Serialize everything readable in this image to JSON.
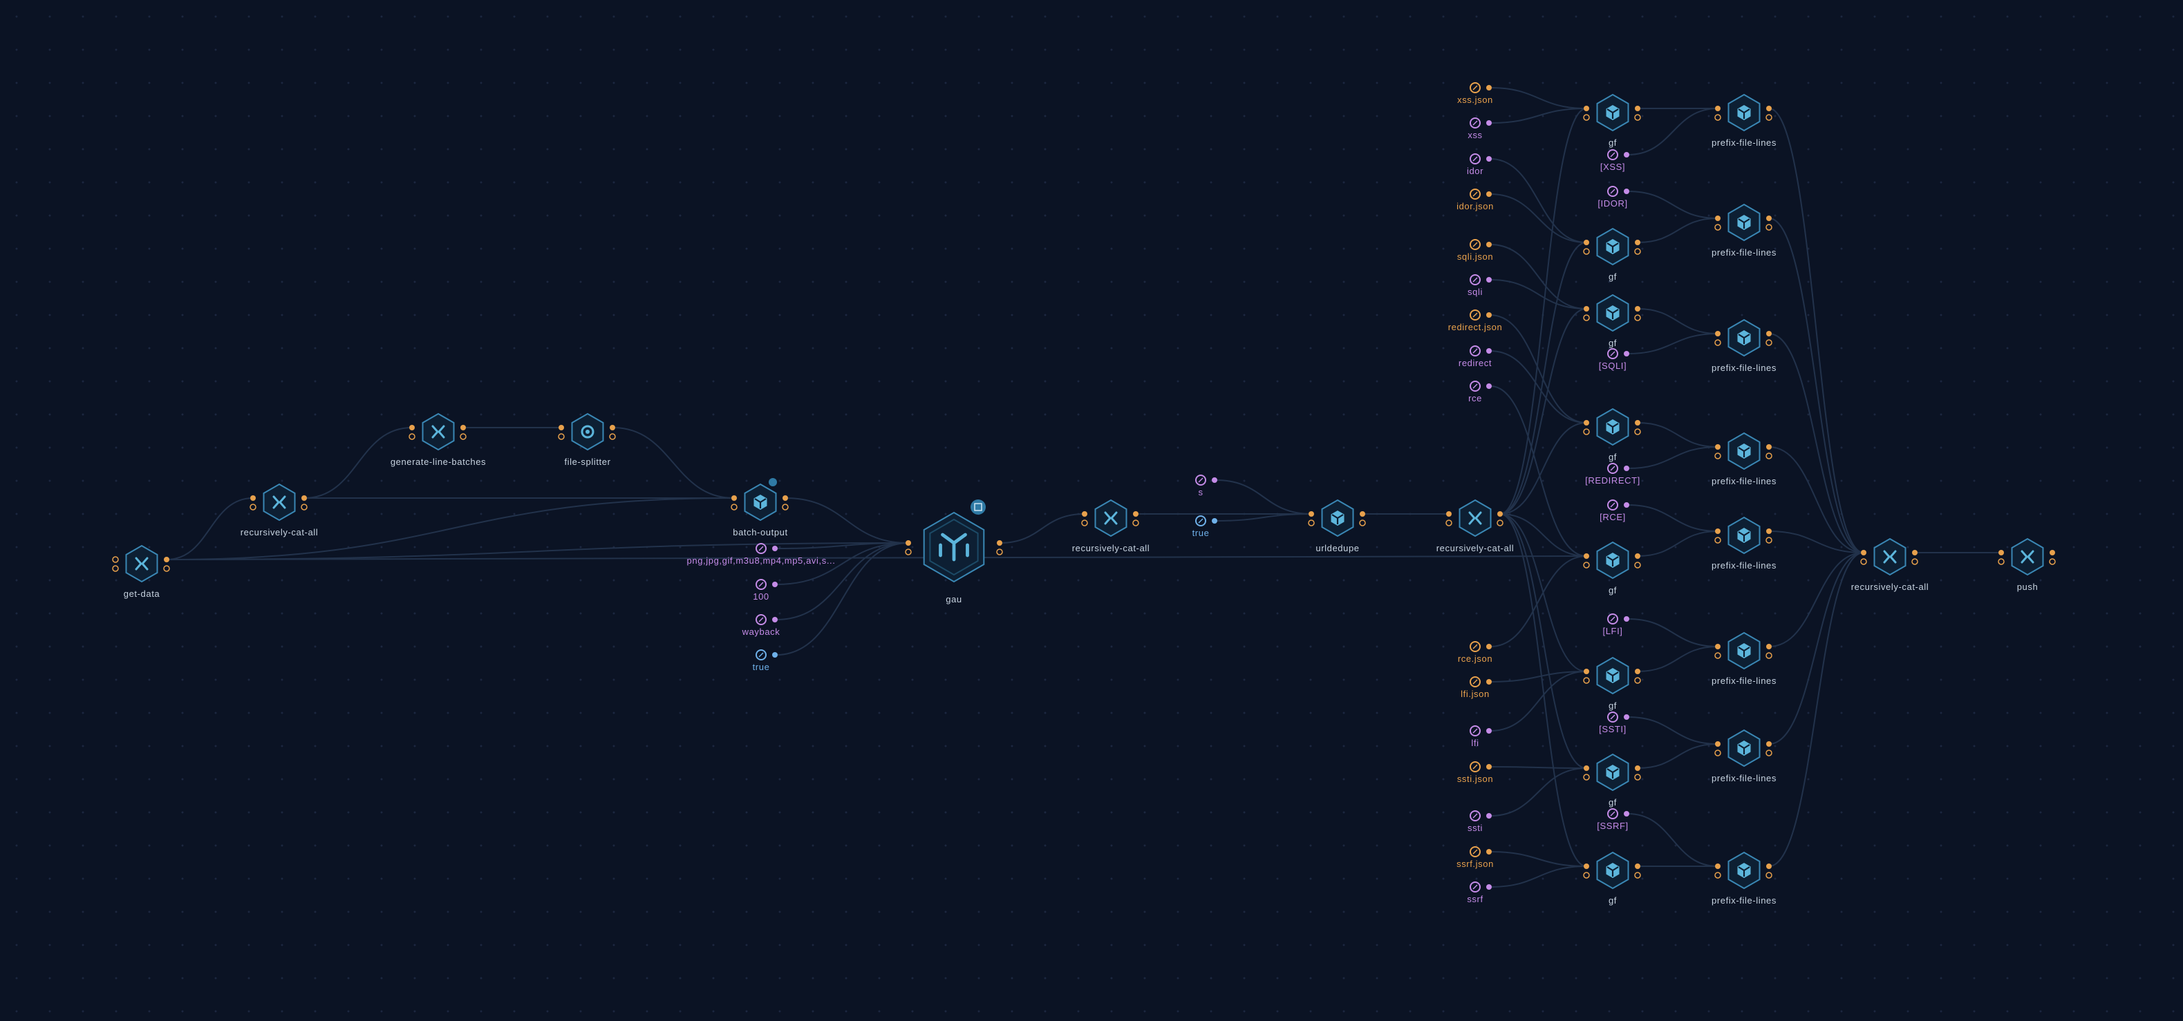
{
  "colors": {
    "edge": "#22324b",
    "node_fill": "#0d1f33",
    "node_stroke": "#3a87b4",
    "node_icon": "#5cb5db",
    "label": "#c7d3e0",
    "string": "#c58ce8",
    "file": "#e8a14c",
    "bool": "#6fb1ea",
    "hub": "#2f7aa5"
  },
  "nodes": [
    {
      "id": "get-data",
      "label": "get-data",
      "icon": "merge-icon"
    },
    {
      "id": "rca1",
      "label": "recursively-cat-all",
      "icon": "merge-icon"
    },
    {
      "id": "glb",
      "label": "generate-line-batches",
      "icon": "merge-icon"
    },
    {
      "id": "fs",
      "label": "file-splitter",
      "icon": "gear-icon"
    },
    {
      "id": "bo",
      "label": "batch-output",
      "icon": "cube-icon"
    },
    {
      "id": "gau",
      "label": "gau",
      "icon": "tool-icon",
      "big": true
    },
    {
      "id": "rca2",
      "label": "recursively-cat-all",
      "icon": "merge-icon"
    },
    {
      "id": "ud",
      "label": "urldedupe",
      "icon": "cube-icon"
    },
    {
      "id": "rca3",
      "label": "recursively-cat-all",
      "icon": "merge-icon"
    },
    {
      "id": "gf1",
      "label": "gf",
      "icon": "cube-icon"
    },
    {
      "id": "gf2",
      "label": "gf",
      "icon": "cube-icon"
    },
    {
      "id": "gf3",
      "label": "gf",
      "icon": "cube-icon"
    },
    {
      "id": "gf4",
      "label": "gf",
      "icon": "cube-icon"
    },
    {
      "id": "gf5",
      "label": "gf",
      "icon": "cube-icon"
    },
    {
      "id": "gf6",
      "label": "gf",
      "icon": "cube-icon"
    },
    {
      "id": "gf7",
      "label": "gf",
      "icon": "cube-icon"
    },
    {
      "id": "gf8",
      "label": "gf",
      "icon": "cube-icon"
    },
    {
      "id": "pfl1",
      "label": "prefix-file-lines",
      "icon": "cube-icon"
    },
    {
      "id": "pfl2",
      "label": "prefix-file-lines",
      "icon": "cube-icon"
    },
    {
      "id": "pfl3",
      "label": "prefix-file-lines",
      "icon": "cube-icon"
    },
    {
      "id": "pfl4",
      "label": "prefix-file-lines",
      "icon": "cube-icon"
    },
    {
      "id": "pfl5",
      "label": "prefix-file-lines",
      "icon": "cube-icon"
    },
    {
      "id": "pfl6",
      "label": "prefix-file-lines",
      "icon": "cube-icon"
    },
    {
      "id": "pfl7",
      "label": "prefix-file-lines",
      "icon": "cube-icon"
    },
    {
      "id": "pfl8",
      "label": "prefix-file-lines",
      "icon": "cube-icon"
    },
    {
      "id": "rca4",
      "label": "recursively-cat-all",
      "icon": "merge-icon"
    },
    {
      "id": "push",
      "label": "push",
      "icon": "merge-icon"
    }
  ],
  "constants": [
    {
      "id": "c-ext",
      "label": "png,jpg,gif,m3u8,mp4,mp5,avi,s...",
      "kind": "string"
    },
    {
      "id": "c-100",
      "label": "100",
      "kind": "string"
    },
    {
      "id": "c-wayback",
      "label": "wayback",
      "kind": "string"
    },
    {
      "id": "c-true1",
      "label": "true",
      "kind": "bool"
    },
    {
      "id": "c-s",
      "label": "s",
      "kind": "string"
    },
    {
      "id": "c-true2",
      "label": "true",
      "kind": "bool"
    },
    {
      "id": "c-xssjson",
      "label": "xss.json",
      "kind": "file"
    },
    {
      "id": "c-xss",
      "label": "xss",
      "kind": "string"
    },
    {
      "id": "c-idor",
      "label": "idor",
      "kind": "string"
    },
    {
      "id": "c-idorjson",
      "label": "idor.json",
      "kind": "file"
    },
    {
      "id": "c-sqlijson",
      "label": "sqli.json",
      "kind": "file"
    },
    {
      "id": "c-sqli",
      "label": "sqli",
      "kind": "string"
    },
    {
      "id": "c-redirectjson",
      "label": "redirect.json",
      "kind": "file"
    },
    {
      "id": "c-redirect",
      "label": "redirect",
      "kind": "string"
    },
    {
      "id": "c-rce",
      "label": "rce",
      "kind": "string"
    },
    {
      "id": "c-rcejson",
      "label": "rce.json",
      "kind": "file"
    },
    {
      "id": "c-lfijson",
      "label": "lfi.json",
      "kind": "file"
    },
    {
      "id": "c-lfi",
      "label": "lfi",
      "kind": "string"
    },
    {
      "id": "c-sstijson",
      "label": "ssti.json",
      "kind": "file"
    },
    {
      "id": "c-ssti",
      "label": "ssti",
      "kind": "string"
    },
    {
      "id": "c-ssrfjson",
      "label": "ssrf.json",
      "kind": "file"
    },
    {
      "id": "c-ssrf",
      "label": "ssrf",
      "kind": "string"
    },
    {
      "id": "c-XSS",
      "label": "[XSS]",
      "kind": "string"
    },
    {
      "id": "c-IDOR",
      "label": "[IDOR]",
      "kind": "string"
    },
    {
      "id": "c-SQLI",
      "label": "[SQLI]",
      "kind": "string"
    },
    {
      "id": "c-REDIRECT",
      "label": "[REDIRECT]",
      "kind": "string"
    },
    {
      "id": "c-RCE",
      "label": "[RCE]",
      "kind": "string"
    },
    {
      "id": "c-LFI",
      "label": "[LFI]",
      "kind": "string"
    },
    {
      "id": "c-SSTI",
      "label": "[SSTI]",
      "kind": "string"
    },
    {
      "id": "c-SSRF",
      "label": "[SSRF]",
      "kind": "string"
    }
  ],
  "edges": [
    [
      "get-data",
      "rca1"
    ],
    [
      "get-data",
      "bo"
    ],
    [
      "get-data",
      "gau"
    ],
    [
      "get-data",
      "gf5"
    ],
    [
      "rca1",
      "glb"
    ],
    [
      "rca1",
      "bo"
    ],
    [
      "glb",
      "fs"
    ],
    [
      "fs",
      "bo"
    ],
    [
      "bo",
      "gau"
    ],
    [
      "c-ext",
      "gau"
    ],
    [
      "c-100",
      "gau"
    ],
    [
      "c-wayback",
      "gau"
    ],
    [
      "c-true1",
      "gau"
    ],
    [
      "gau",
      "rca2"
    ],
    [
      "rca2",
      "ud"
    ],
    [
      "c-s",
      "ud"
    ],
    [
      "c-true2",
      "ud"
    ],
    [
      "ud",
      "rca3"
    ],
    [
      "rca3",
      "gf1"
    ],
    [
      "rca3",
      "gf2"
    ],
    [
      "rca3",
      "gf3"
    ],
    [
      "rca3",
      "gf4"
    ],
    [
      "rca3",
      "gf5"
    ],
    [
      "rca3",
      "gf6"
    ],
    [
      "rca3",
      "gf7"
    ],
    [
      "rca3",
      "gf8"
    ],
    [
      "c-xssjson",
      "gf1"
    ],
    [
      "c-xss",
      "gf1"
    ],
    [
      "c-idor",
      "gf2"
    ],
    [
      "c-idorjson",
      "gf2"
    ],
    [
      "c-sqlijson",
      "gf3"
    ],
    [
      "c-sqli",
      "gf3"
    ],
    [
      "c-redirectjson",
      "gf4"
    ],
    [
      "c-redirect",
      "gf4"
    ],
    [
      "c-rce",
      "gf5"
    ],
    [
      "c-rcejson",
      "gf5"
    ],
    [
      "c-lfijson",
      "gf6"
    ],
    [
      "c-lfi",
      "gf6"
    ],
    [
      "c-sstijson",
      "gf7"
    ],
    [
      "c-ssti",
      "gf7"
    ],
    [
      "c-ssrfjson",
      "gf8"
    ],
    [
      "c-ssrf",
      "gf8"
    ],
    [
      "gf1",
      "pfl1"
    ],
    [
      "gf2",
      "pfl2"
    ],
    [
      "gf3",
      "pfl3"
    ],
    [
      "gf4",
      "pfl4"
    ],
    [
      "gf5",
      "pfl5"
    ],
    [
      "gf6",
      "pfl6"
    ],
    [
      "gf7",
      "pfl7"
    ],
    [
      "gf8",
      "pfl8"
    ],
    [
      "c-XSS",
      "pfl1"
    ],
    [
      "c-IDOR",
      "pfl2"
    ],
    [
      "c-SQLI",
      "pfl3"
    ],
    [
      "c-REDIRECT",
      "pfl4"
    ],
    [
      "c-RCE",
      "pfl5"
    ],
    [
      "c-LFI",
      "pfl6"
    ],
    [
      "c-SSTI",
      "pfl7"
    ],
    [
      "c-SSRF",
      "pfl8"
    ],
    [
      "pfl1",
      "rca4"
    ],
    [
      "pfl2",
      "rca4"
    ],
    [
      "pfl3",
      "rca4"
    ],
    [
      "pfl4",
      "rca4"
    ],
    [
      "pfl5",
      "rca4"
    ],
    [
      "pfl6",
      "rca4"
    ],
    [
      "pfl7",
      "rca4"
    ],
    [
      "pfl8",
      "rca4"
    ],
    [
      "rca4",
      "push"
    ]
  ]
}
